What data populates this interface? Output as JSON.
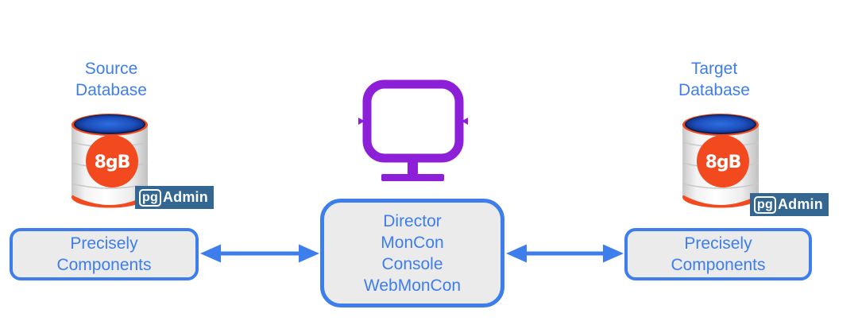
{
  "colors": {
    "accent_blue": "#3d7eec",
    "monitor_purple": "#8e1fd9",
    "edb_orange": "#f2491f",
    "pgadmin_navy": "#336791",
    "box_fill": "#ebebeb",
    "cylinder_top_blue": "#1d4fbe"
  },
  "source": {
    "label_line1": "Source",
    "label_line2": "Database",
    "box_line1": "Precisely",
    "box_line2": "Components"
  },
  "target": {
    "label_line1": "Target",
    "label_line2": "Database",
    "box_line1": "Precisely",
    "box_line2": "Components"
  },
  "center": {
    "line1": "Director",
    "line2": "MonCon",
    "line3": "Console",
    "line4": "WebMonCon"
  },
  "badge": {
    "pg": "pg",
    "admin": "Admin"
  },
  "icons": {
    "database_icon": "postgres-database-cylinder",
    "edb_logo_glyph": "8gB",
    "monitor_icon": "purple-monitor",
    "arrow_icon": "double-headed-arrow"
  }
}
